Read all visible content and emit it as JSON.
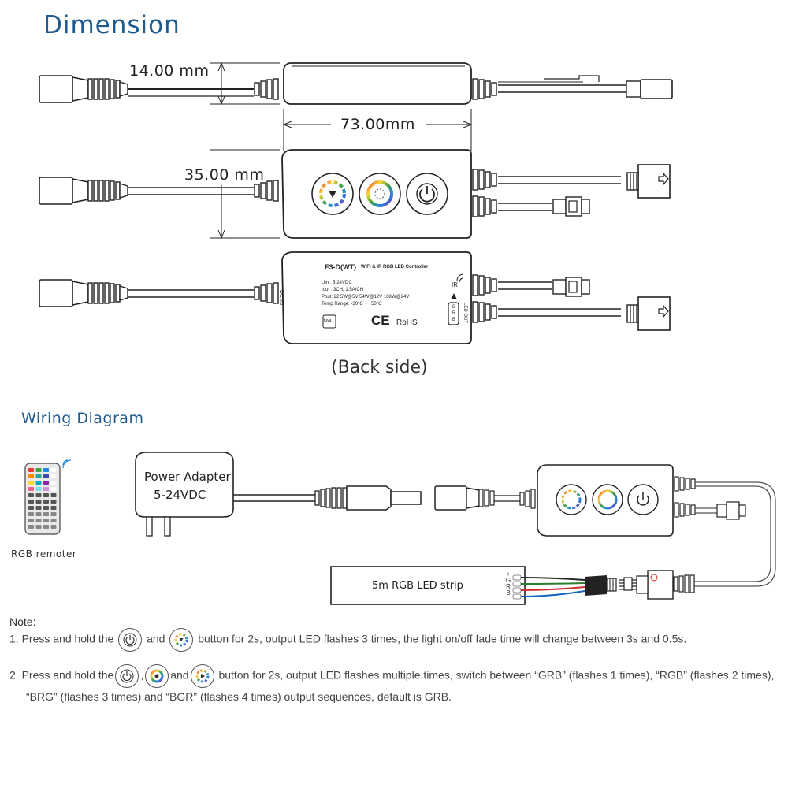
{
  "headings": {
    "dimension": "Dimension",
    "wiring": "Wiring Diagram"
  },
  "dimensions": {
    "height_top": "14.00 mm",
    "length": "73.00mm",
    "height_side": "35.00 mm"
  },
  "label_text": {
    "model": "F3-D(WT)",
    "title": "WiFi & IR RGB LED Controller",
    "uin": "Uin : 5-24VDC",
    "iout": "Iout : 3CH, 1.5A/CH",
    "pout": "Pout: 22.5W@5V  54W@12V  108W@24V",
    "temp": "Temp Range: -30°C ~ +50°C",
    "dc_in": "DC IN",
    "ir": "IR",
    "led_out": "LED OUT",
    "tuya": "tuya",
    "ce": "CE",
    "rohs": "RoHS",
    "pins": [
      "G",
      "R",
      "B"
    ]
  },
  "back_side": "(Back side)",
  "wiring": {
    "remote_label": "RGB remoter",
    "adapter_line1": "Power Adapter",
    "adapter_line2": "5-24VDC",
    "strip_label": "5m RGB LED strip",
    "strip_pins": [
      "+",
      "G",
      "R",
      "B"
    ]
  },
  "notes": {
    "heading": "Note:",
    "n1_a": "1. Press and hold the",
    "n1_b": "and",
    "n1_c": "button for 2s, output LED flashes 3 times,  the light on/off fade time will change between 3s and 0.5s.",
    "n2_a": "2. Press and hold the",
    "n2_b": ",",
    "n2_c": "and",
    "n2_d": "button for 2s, output LED flashes multiple times, switch between “GRB” (flashes 1 times), “RGB” (flashes 2 times),",
    "n2_e": "“BRG” (flashes 3 times) and “BGR”  (flashes 4 times) output sequences, default is GRB."
  },
  "colors": {
    "heading": "#1f5b8f",
    "line": "#333333",
    "wire_red": "#d32f2f",
    "wire_green": "#2e7d32",
    "wire_blue": "#1565c0"
  }
}
